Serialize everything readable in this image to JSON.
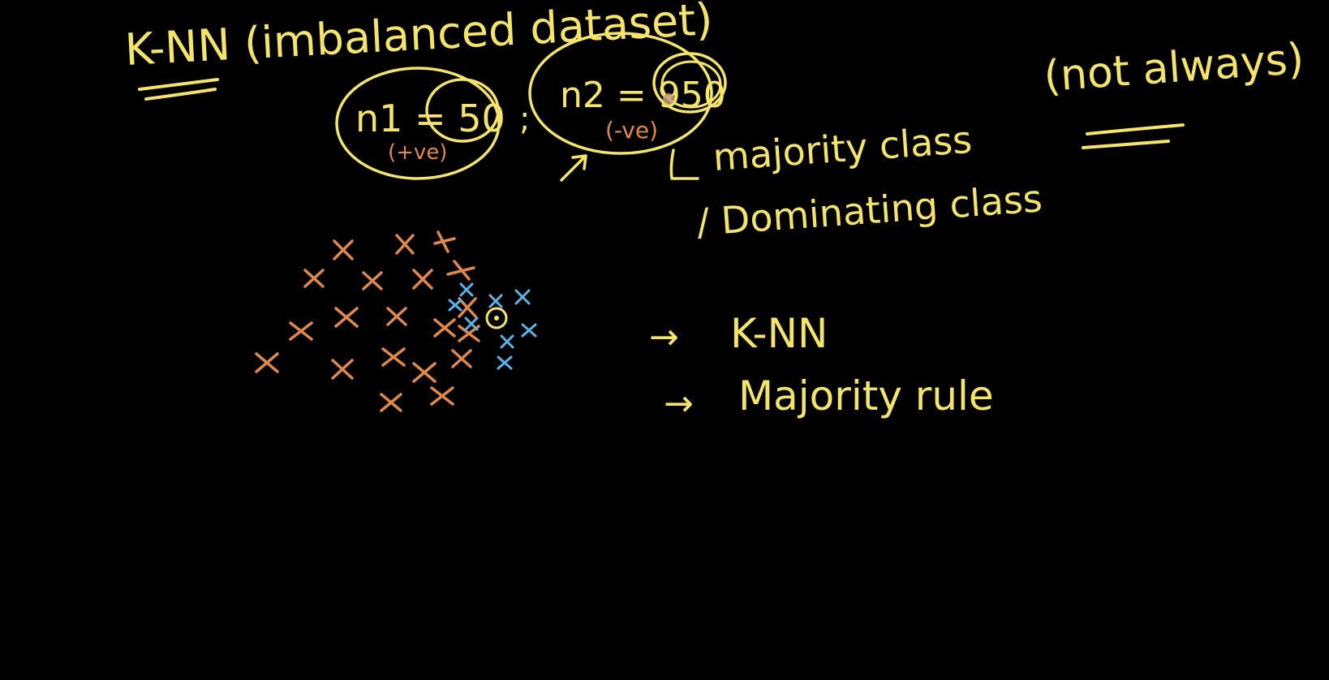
{
  "colors": {
    "background": "#000000",
    "yellow_ink": "#f4e46a",
    "orange_ink": "#e0884a",
    "blue_ink": "#5ab4ea"
  },
  "board": {
    "title": "K-NN (imbalanced dataset)",
    "n1": {
      "label": "n1 = 50",
      "sign": "(+ve)"
    },
    "separator": ";",
    "n2": {
      "label": "n2 = 950",
      "sign": "(-ve)"
    },
    "majority_class": "majority class",
    "dominating_class": "/ Dominating class",
    "note": "(not always)",
    "bullets": [
      "K-NN",
      "Majority rule"
    ],
    "bullet_arrow": "→",
    "cursor_icon": "cursor-icon"
  }
}
